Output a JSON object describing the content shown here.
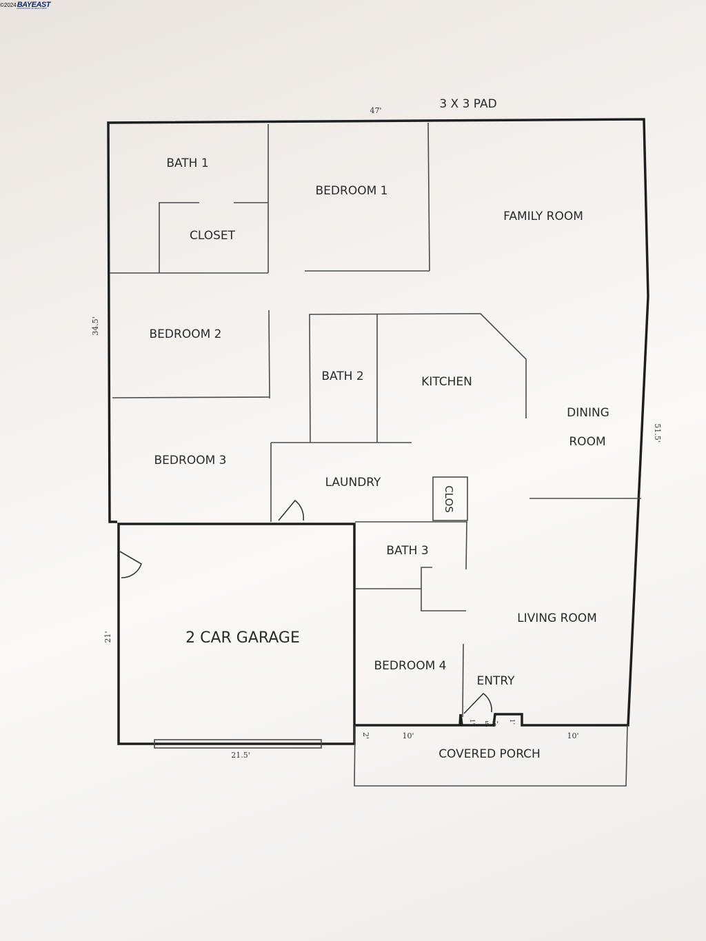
{
  "watermark": {
    "copyright": "©2024",
    "brand": "BAYEAST",
    "tagline": "ASSOCIATION OF REALTORS®"
  },
  "rooms": {
    "bath1": "BATH 1",
    "bedroom1": "BEDROOM 1",
    "closet": "CLOSET",
    "family_room": "FAMILY ROOM",
    "bedroom2": "BEDROOM 2",
    "bath2": "BATH 2",
    "kitchen": "KITCHEN",
    "dining_line1": "DINING",
    "dining_line2": "ROOM",
    "bedroom3": "BEDROOM 3",
    "laundry": "LAUNDRY",
    "clos": "CLOS",
    "bath3": "BATH 3",
    "garage": "2 CAR GARAGE",
    "living_room": "LIVING ROOM",
    "bedroom4": "BEDROOM 4",
    "entry": "ENTRY",
    "covered_porch": "COVERED PORCH",
    "pad": "3 X 3 PAD"
  },
  "dimensions": {
    "top_width": "47'",
    "left_upper": "34.5'",
    "right_depth": "51.5'",
    "garage_depth": "21'",
    "garage_width": "21.5'",
    "porch_offset": "2'",
    "porch_left": "10'",
    "entry_width": "5.5'",
    "porch_right": "10'",
    "entry_step_left": "1'",
    "entry_step_right": "1'"
  },
  "colors": {
    "wall": "#1f1f1f",
    "thin_wall": "#4a4a4a",
    "text": "#2a2a2a"
  }
}
